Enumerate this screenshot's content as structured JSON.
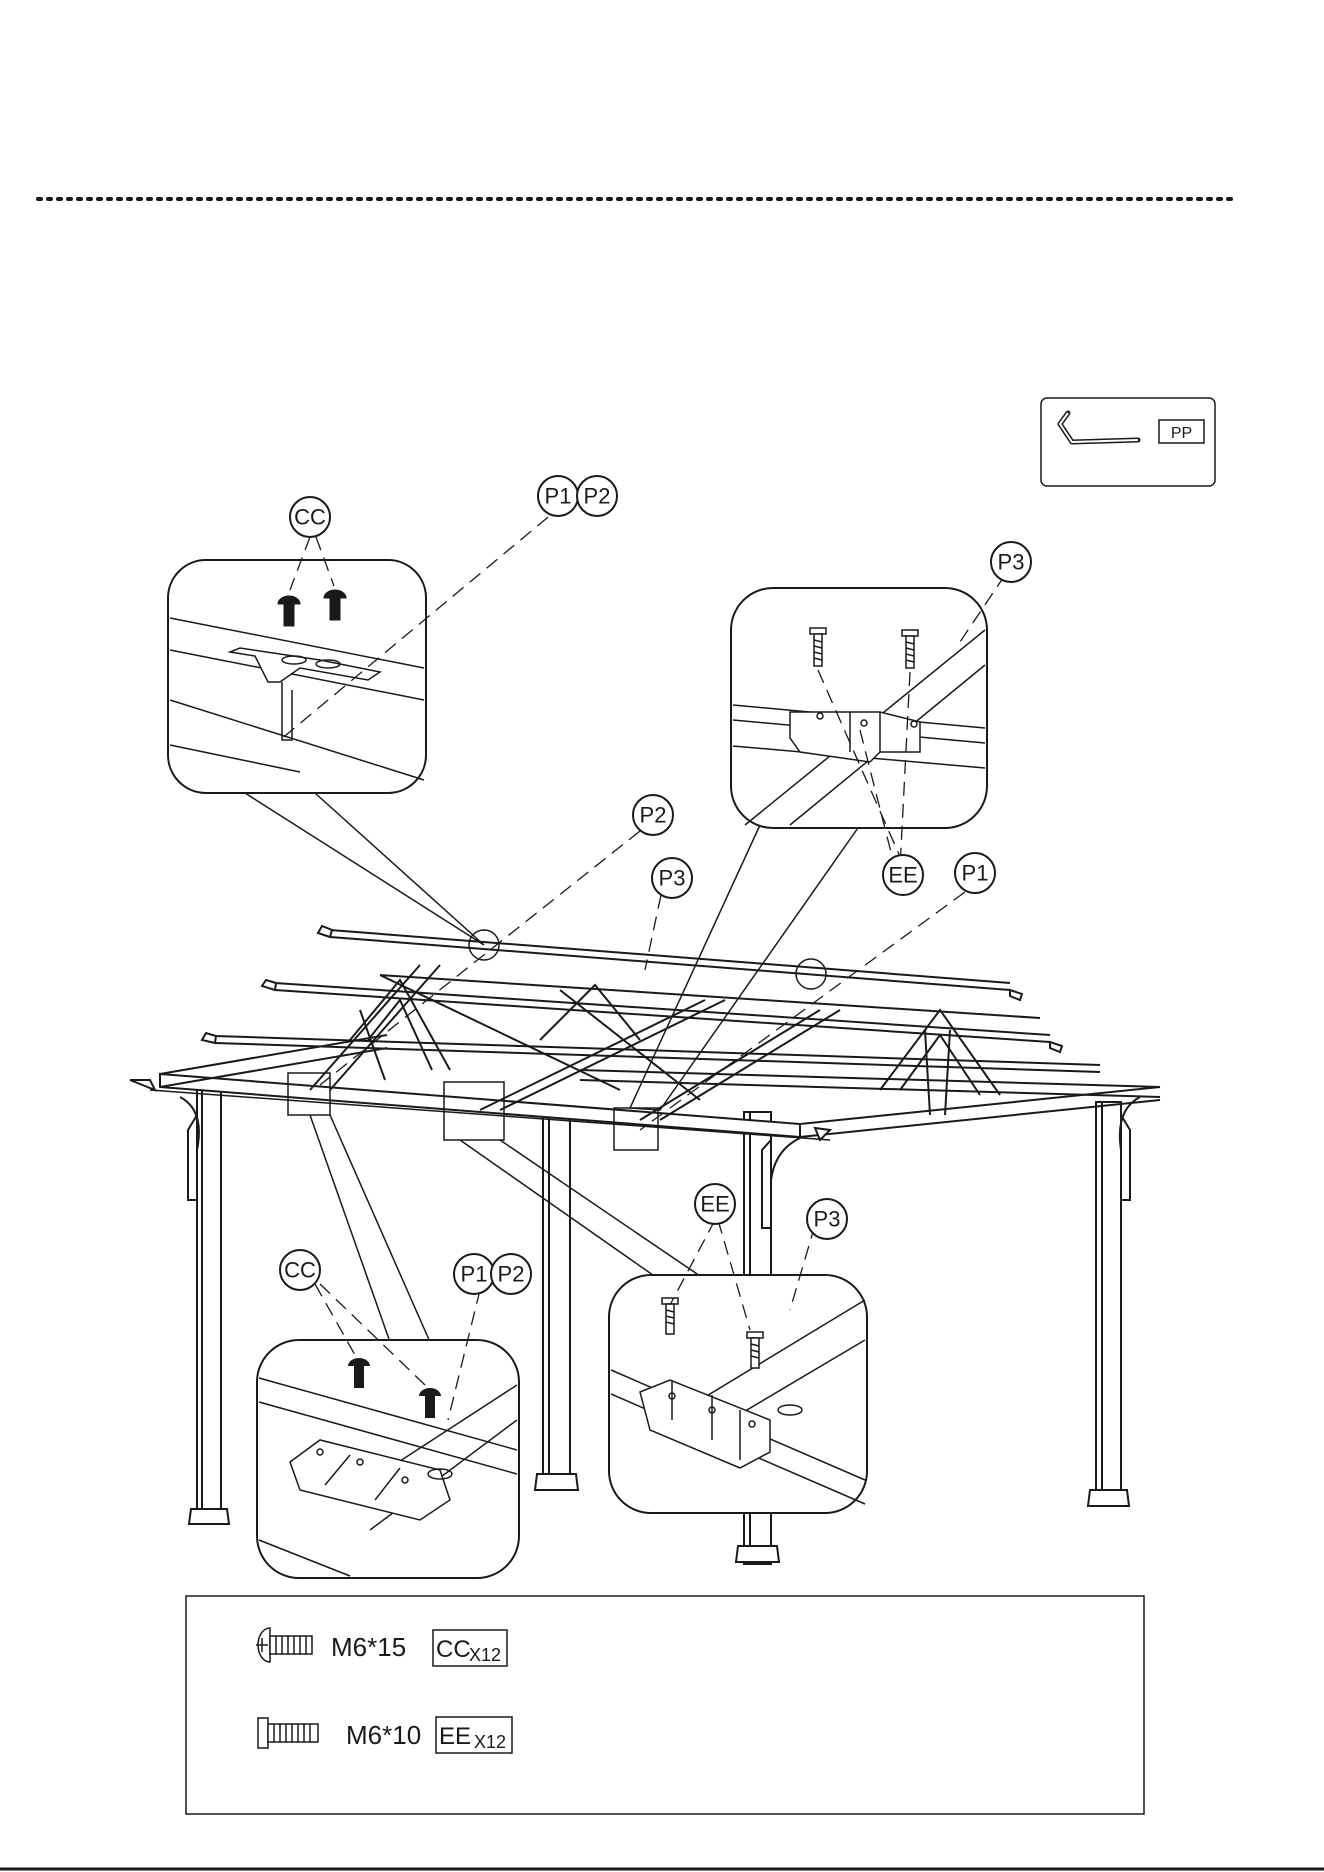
{
  "page": {
    "background": "#ffffff",
    "ink": "#1a1a1a"
  },
  "tool": {
    "code": "PP",
    "icon": "hex-key-icon"
  },
  "callouts": {
    "cc_top": "CC",
    "p1_top": "P1",
    "p2_top": "P2",
    "p3_top": "P3",
    "p2_mid": "P2",
    "p3_mid": "P3",
    "ee_mid": "EE",
    "p1_mid": "P1",
    "ee_low": "EE",
    "p3_low": "P3",
    "cc_low": "CC",
    "p1_low": "P1",
    "p2_low": "P2"
  },
  "hardware": [
    {
      "icon": "button-head-screw-icon",
      "size": "M6*15",
      "code": "CC",
      "qty": "X12"
    },
    {
      "icon": "hex-bolt-icon",
      "size": "M6*10",
      "code": "EE",
      "qty": "X12"
    }
  ]
}
